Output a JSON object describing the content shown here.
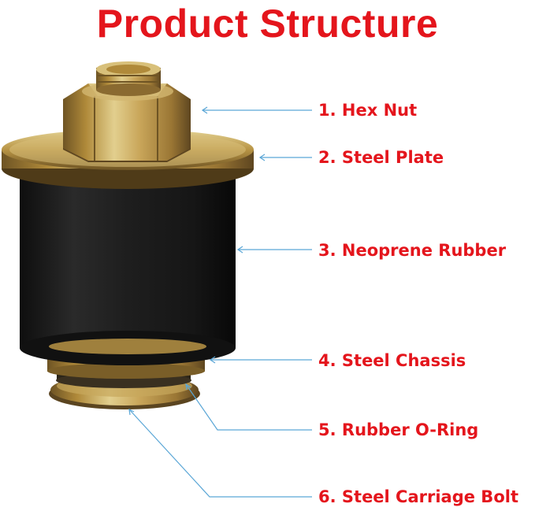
{
  "title": "Product Structure",
  "colors": {
    "title": "#e4151c",
    "label": "#e4151c",
    "leader": "#5aa6d6",
    "brass_light": "#d8c07a",
    "brass_mid": "#b08a3a",
    "brass_dark": "#6e5424",
    "rubber": "#1c1c1c"
  },
  "parts": [
    {
      "label": "1. Hex Nut",
      "icon": "hex-nut"
    },
    {
      "label": "2. Steel Plate",
      "icon": "steel-plate"
    },
    {
      "label": "3. Neoprene Rubber",
      "icon": "rubber-body"
    },
    {
      "label": "4. Steel Chassis",
      "icon": "steel-chassis"
    },
    {
      "label": "5. Rubber O-Ring",
      "icon": "o-ring"
    },
    {
      "label": "6. Steel Carriage Bolt",
      "icon": "carriage-bolt"
    }
  ]
}
